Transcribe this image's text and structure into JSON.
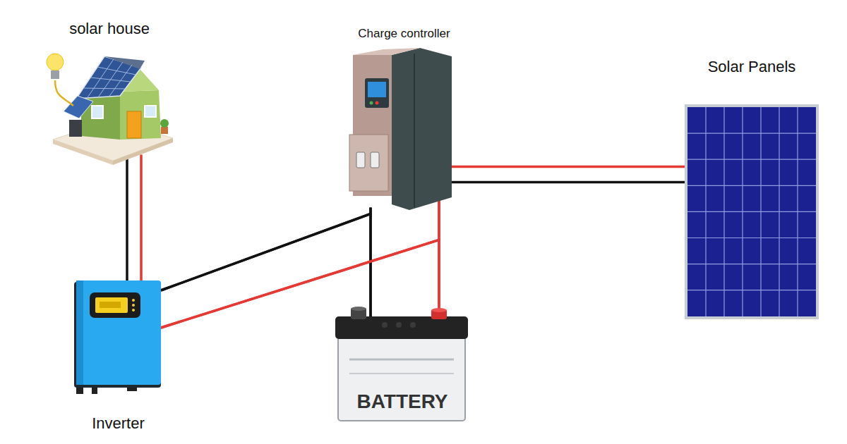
{
  "diagram": {
    "nodes": [
      {
        "text": [
          "solar house"
        ]
      },
      {
        "text": [
          "Charge controller"
        ]
      },
      {
        "text": [
          "Solar Panels"
        ]
      },
      {
        "text": [
          "Inverter"
        ]
      },
      {
        "text": [
          "BATTERY"
        ]
      }
    ],
    "edges": [
      {
        "from": 0,
        "to": 3,
        "arrow": "none"
      },
      {
        "from": 1,
        "to": 2,
        "arrow": "none"
      },
      {
        "from": 1,
        "to": 4,
        "arrow": "none"
      },
      {
        "from": 3,
        "to": 1,
        "arrow": "none"
      },
      {
        "from": 3,
        "to": 4,
        "arrow": "none"
      }
    ]
  }
}
